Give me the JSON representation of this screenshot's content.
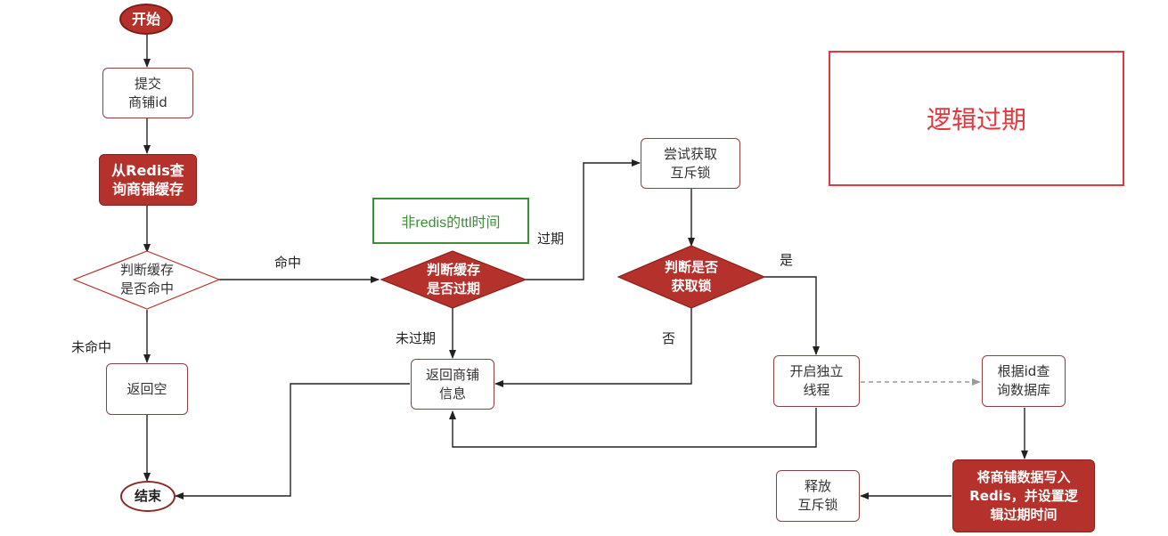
{
  "title": "逻辑过期",
  "note": "非redis的ttl时间",
  "nodes": {
    "start": "开始",
    "submit": [
      "提交",
      "商铺id"
    ],
    "query_cache": [
      "从Redis查",
      "询商铺缓存"
    ],
    "check_hit": [
      "判断缓存",
      "是否命中"
    ],
    "return_null": "返回空",
    "end": "结束",
    "check_expire": [
      "判断缓存",
      "是否过期"
    ],
    "return_shop": [
      "返回商铺",
      "信息"
    ],
    "try_lock": [
      "尝试获取",
      "互斥锁"
    ],
    "check_lock": [
      "判断是否",
      "获取锁"
    ],
    "open_thread": [
      "开启独立",
      "线程"
    ],
    "query_db": [
      "根据id查",
      "询数据库"
    ],
    "write_redis": [
      "将商铺数据写入",
      "Redis，并设置逻",
      "辑过期时间"
    ],
    "release_lock": [
      "释放",
      "互斥锁"
    ]
  },
  "edge_labels": {
    "hit": "命中",
    "miss": "未命中",
    "expired": "过期",
    "not_expired": "未过期",
    "yes": "是",
    "no": "否"
  },
  "colors": {
    "accent_dark": "#b5312b",
    "border_plain": "#8e3f3f",
    "note_green": "#3a8f34",
    "title_red": "#e0393e"
  }
}
